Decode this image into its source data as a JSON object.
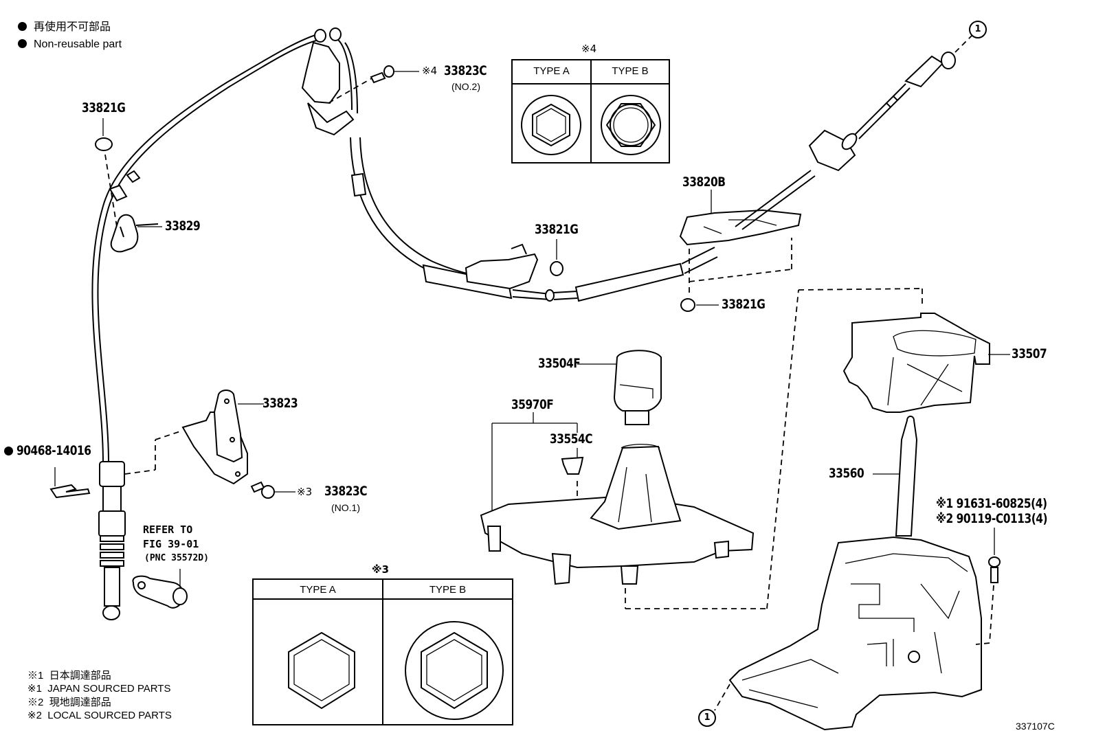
{
  "legend": {
    "non_reusable_jp": "再使用不可部品",
    "non_reusable_en": "Non-reusable part"
  },
  "parts": {
    "p33821G_top": "33821G",
    "p33829": "33829",
    "p33823C_no2": "33823C",
    "p33823C_no2_sub": "(NO.2)",
    "p33823C_no2_mark": "※4",
    "p33821G_mid": "33821G",
    "p33820B": "33820B",
    "p33821G_right": "33821G",
    "p33823": "33823",
    "p90468": "90468-14016",
    "p33823C_no1": "33823C",
    "p33823C_no1_sub": "(NO.1)",
    "p33823C_no1_mark": "※3",
    "p33504F": "33504F",
    "p35970F": "35970F",
    "p33554C": "33554C",
    "p33507": "33507",
    "p33560": "33560",
    "p91631": "※1 91631-60825(4)",
    "p90119": "※2 90119-C0113(4)"
  },
  "refer": {
    "line1": "REFER TO",
    "line2": "FIG 39-01",
    "line3": "(PNC 35572D)"
  },
  "ref_marker": "1",
  "table4": {
    "mark": "※4",
    "type_a": "TYPE  A",
    "type_b": "TYPE  B"
  },
  "table3": {
    "mark": "※3",
    "type_a": "TYPE A",
    "type_b": "TYPE B"
  },
  "notes": [
    {
      "mark": "※1",
      "text": "日本調達部品"
    },
    {
      "mark": "※1",
      "text": "JAPAN SOURCED PARTS"
    },
    {
      "mark": "※2",
      "text": "現地調達部品"
    },
    {
      "mark": "※2",
      "text": "LOCAL SOURCED PARTS"
    }
  ],
  "figure_id": "337107C"
}
